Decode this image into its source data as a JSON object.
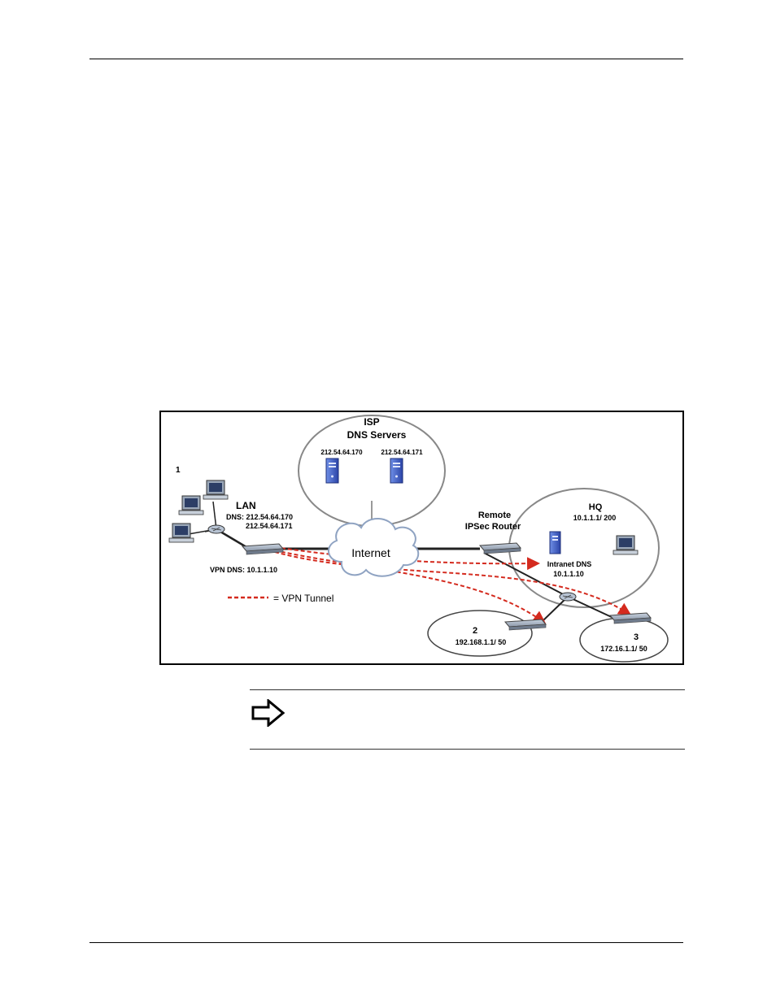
{
  "diagram": {
    "isp_title": "ISP",
    "isp_subtitle": "DNS Servers",
    "isp_dns_1": "212.54.64.170",
    "isp_dns_2": "212.54.64.171",
    "site_1_label": "1",
    "lan_label": "LAN",
    "lan_dns_1": "DNS: 212.54.64.170",
    "lan_dns_2": "212.54.64.171",
    "vpn_dns": "VPN DNS: 10.1.1.10",
    "internet_label": "Internet",
    "remote_label_1": "Remote",
    "remote_label_2": "IPSec Router",
    "hq_label": "HQ",
    "hq_subnet": "10.1.1.1/ 200",
    "intranet_dns_label": "Intranet DNS",
    "intranet_dns_ip": "10.1.1.10",
    "site_2_label": "2",
    "site_2_subnet": "192.168.1.1/ 50",
    "site_3_label": "3",
    "site_3_subnet": "172.16.1.1/ 50",
    "legend_label": "= VPN Tunnel"
  },
  "colors": {
    "tunnel": "#d42a1e",
    "device": "#9aa7b8",
    "server": "#3a5cc8"
  },
  "note": {
    "icon": "arrow-right-outline-icon"
  }
}
